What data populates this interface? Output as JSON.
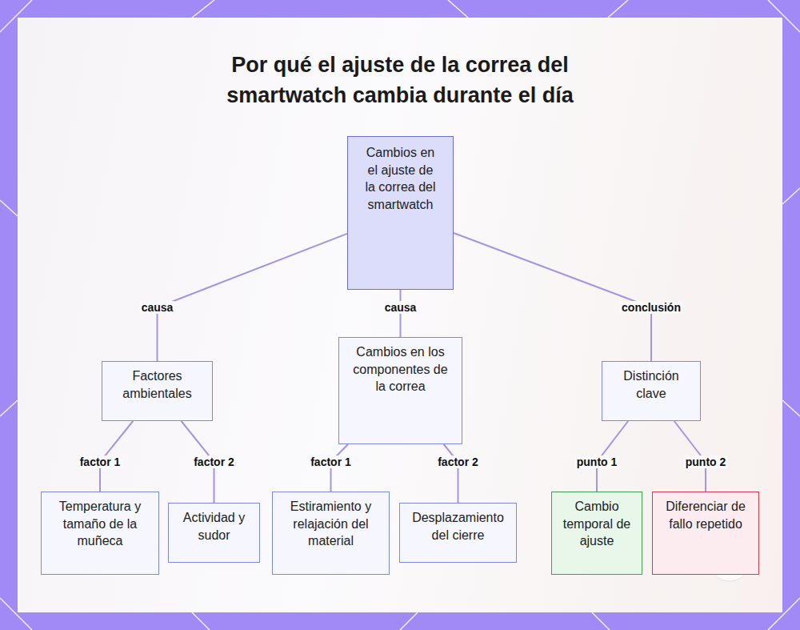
{
  "diagram": {
    "title": "Por qué el ajuste de la correa del smartwatch cambia durante el día",
    "nodes": [
      {
        "text": [
          "Cambios en el ajuste de la correa del smartwatch"
        ]
      },
      {
        "text": [
          "Factores ambientales"
        ]
      },
      {
        "text": [
          "Cambios en los componentes de la correa"
        ]
      },
      {
        "text": [
          "Distinción clave"
        ]
      },
      {
        "text": [
          "Temperatura y tamaño de la muñeca"
        ]
      },
      {
        "text": [
          "Actividad y sudor"
        ]
      },
      {
        "text": [
          "Estiramiento y relajación del material"
        ]
      },
      {
        "text": [
          "Desplazamiento del cierre"
        ]
      },
      {
        "text": [
          "Cambio temporal de ajuste"
        ]
      },
      {
        "text": [
          "Diferenciar de fallo repetido"
        ]
      }
    ],
    "edges": [
      {
        "from": 0,
        "to": 1,
        "label": "causa",
        "arrow": "none"
      },
      {
        "from": 0,
        "to": 2,
        "label": "causa",
        "arrow": "none"
      },
      {
        "from": 0,
        "to": 3,
        "label": "conclusión",
        "arrow": "none"
      },
      {
        "from": 1,
        "to": 4,
        "label": "factor 1",
        "arrow": "none"
      },
      {
        "from": 1,
        "to": 5,
        "label": "factor 2",
        "arrow": "none"
      },
      {
        "from": 2,
        "to": 6,
        "label": "factor 1",
        "arrow": "none"
      },
      {
        "from": 2,
        "to": 7,
        "label": "factor 2",
        "arrow": "none"
      },
      {
        "from": 3,
        "to": 8,
        "label": "punto 1",
        "arrow": "none"
      },
      {
        "from": 3,
        "to": 9,
        "label": "punto 2",
        "arrow": "none"
      }
    ]
  }
}
